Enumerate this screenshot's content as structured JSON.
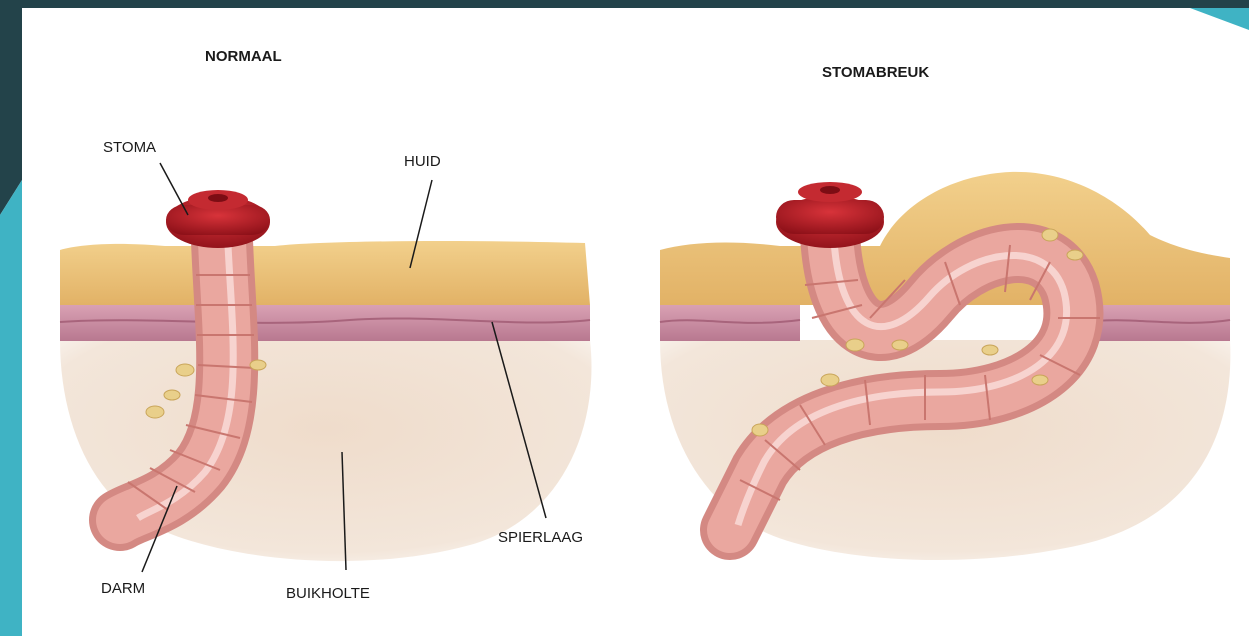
{
  "panels": {
    "left": {
      "title": "NORMAAL"
    },
    "right": {
      "title": "STOMABREUK"
    }
  },
  "labels": {
    "stoma": "STOMA",
    "huid": "HUID",
    "spierlaag": "SPIERLAAG",
    "darm": "DARM",
    "buikholte": "BUIKHOLTE"
  },
  "colors": {
    "frame_dark": "#23434a",
    "frame_teal": "#3fb3c4",
    "skin_fat": "#ecc27a",
    "muscle": "#c98aa0",
    "cavity": "#efdccb",
    "bowel": "#e8a09a",
    "bowel_line": "#f7d3cf",
    "stoma": "#b8222a"
  }
}
